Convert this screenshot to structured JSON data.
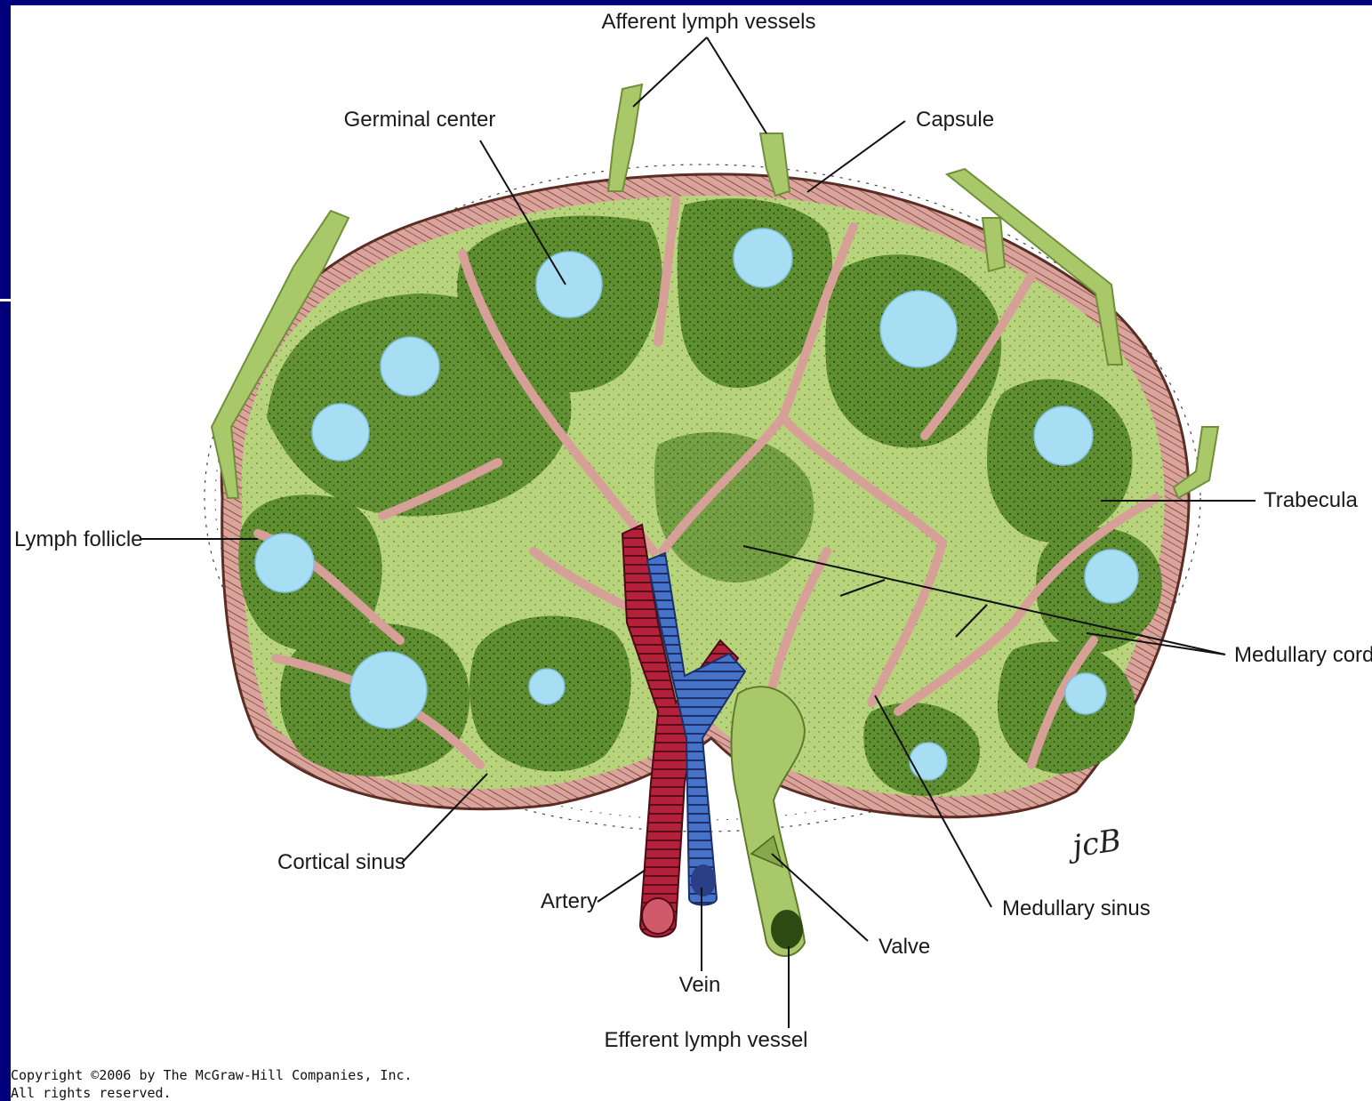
{
  "colors": {
    "frame": "#000080",
    "capsule": "#d9a6a0",
    "cortex_light": "#b9d57e",
    "cortex_dark": "#5b8a2d",
    "germinal_center": "#a9def2",
    "artery": "#b01e34",
    "vein": "#3e6fc4",
    "lymph_vessel": "#a9c86a"
  },
  "labels": {
    "afferent_lymph_vessels": "Afferent lymph vessels",
    "germinal_center": "Germinal center",
    "capsule": "Capsule",
    "trabecula": "Trabecula",
    "lymph_follicle": "Lymph follicle",
    "medullary_cords": "Medullary cords",
    "cortical_sinus": "Cortical sinus",
    "artery": "Artery",
    "vein": "Vein",
    "efferent_lymph_vessel": "Efferent lymph vessel",
    "valve": "Valve",
    "medullary_sinus": "Medullary sinus"
  },
  "signature": "JCB",
  "copyright": {
    "line1": "Copyright ©2006 by The McGraw-Hill Companies, Inc.",
    "line2": "All rights reserved."
  }
}
